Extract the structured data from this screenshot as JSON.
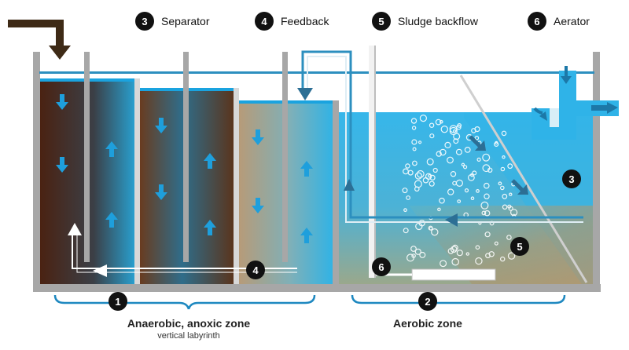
{
  "colors": {
    "water_blue": "#3fb6e6",
    "brown": "#5a2c14",
    "wall_gray": "#a7a7a7",
    "arrow_blue": "#1ea0dc",
    "pipe_blue": "#2c8fbf",
    "badge": "#111111",
    "inlet_arrow": "#3e2a16"
  },
  "legend": [
    {
      "number": "3",
      "label": "Separator"
    },
    {
      "number": "4",
      "label": "Feedback"
    },
    {
      "number": "5",
      "label": "Sludge backflow"
    },
    {
      "number": "6",
      "label": "Aerator"
    }
  ],
  "markers": {
    "separator": "3",
    "sludge_backflow": "5",
    "aerator": "6",
    "feedback": "4"
  },
  "zones": [
    {
      "number": "1",
      "title": "Anaerobic, anoxic zone",
      "subtitle": "vertical labyrinth"
    },
    {
      "number": "2",
      "title": "Aerobic zone"
    }
  ],
  "icons": {
    "inlet": "inlet-arrow-icon",
    "flow": "flow-arrow-icon",
    "outlet": "outlet-arrow-icon",
    "bubbles": "air-bubbles-icon"
  }
}
